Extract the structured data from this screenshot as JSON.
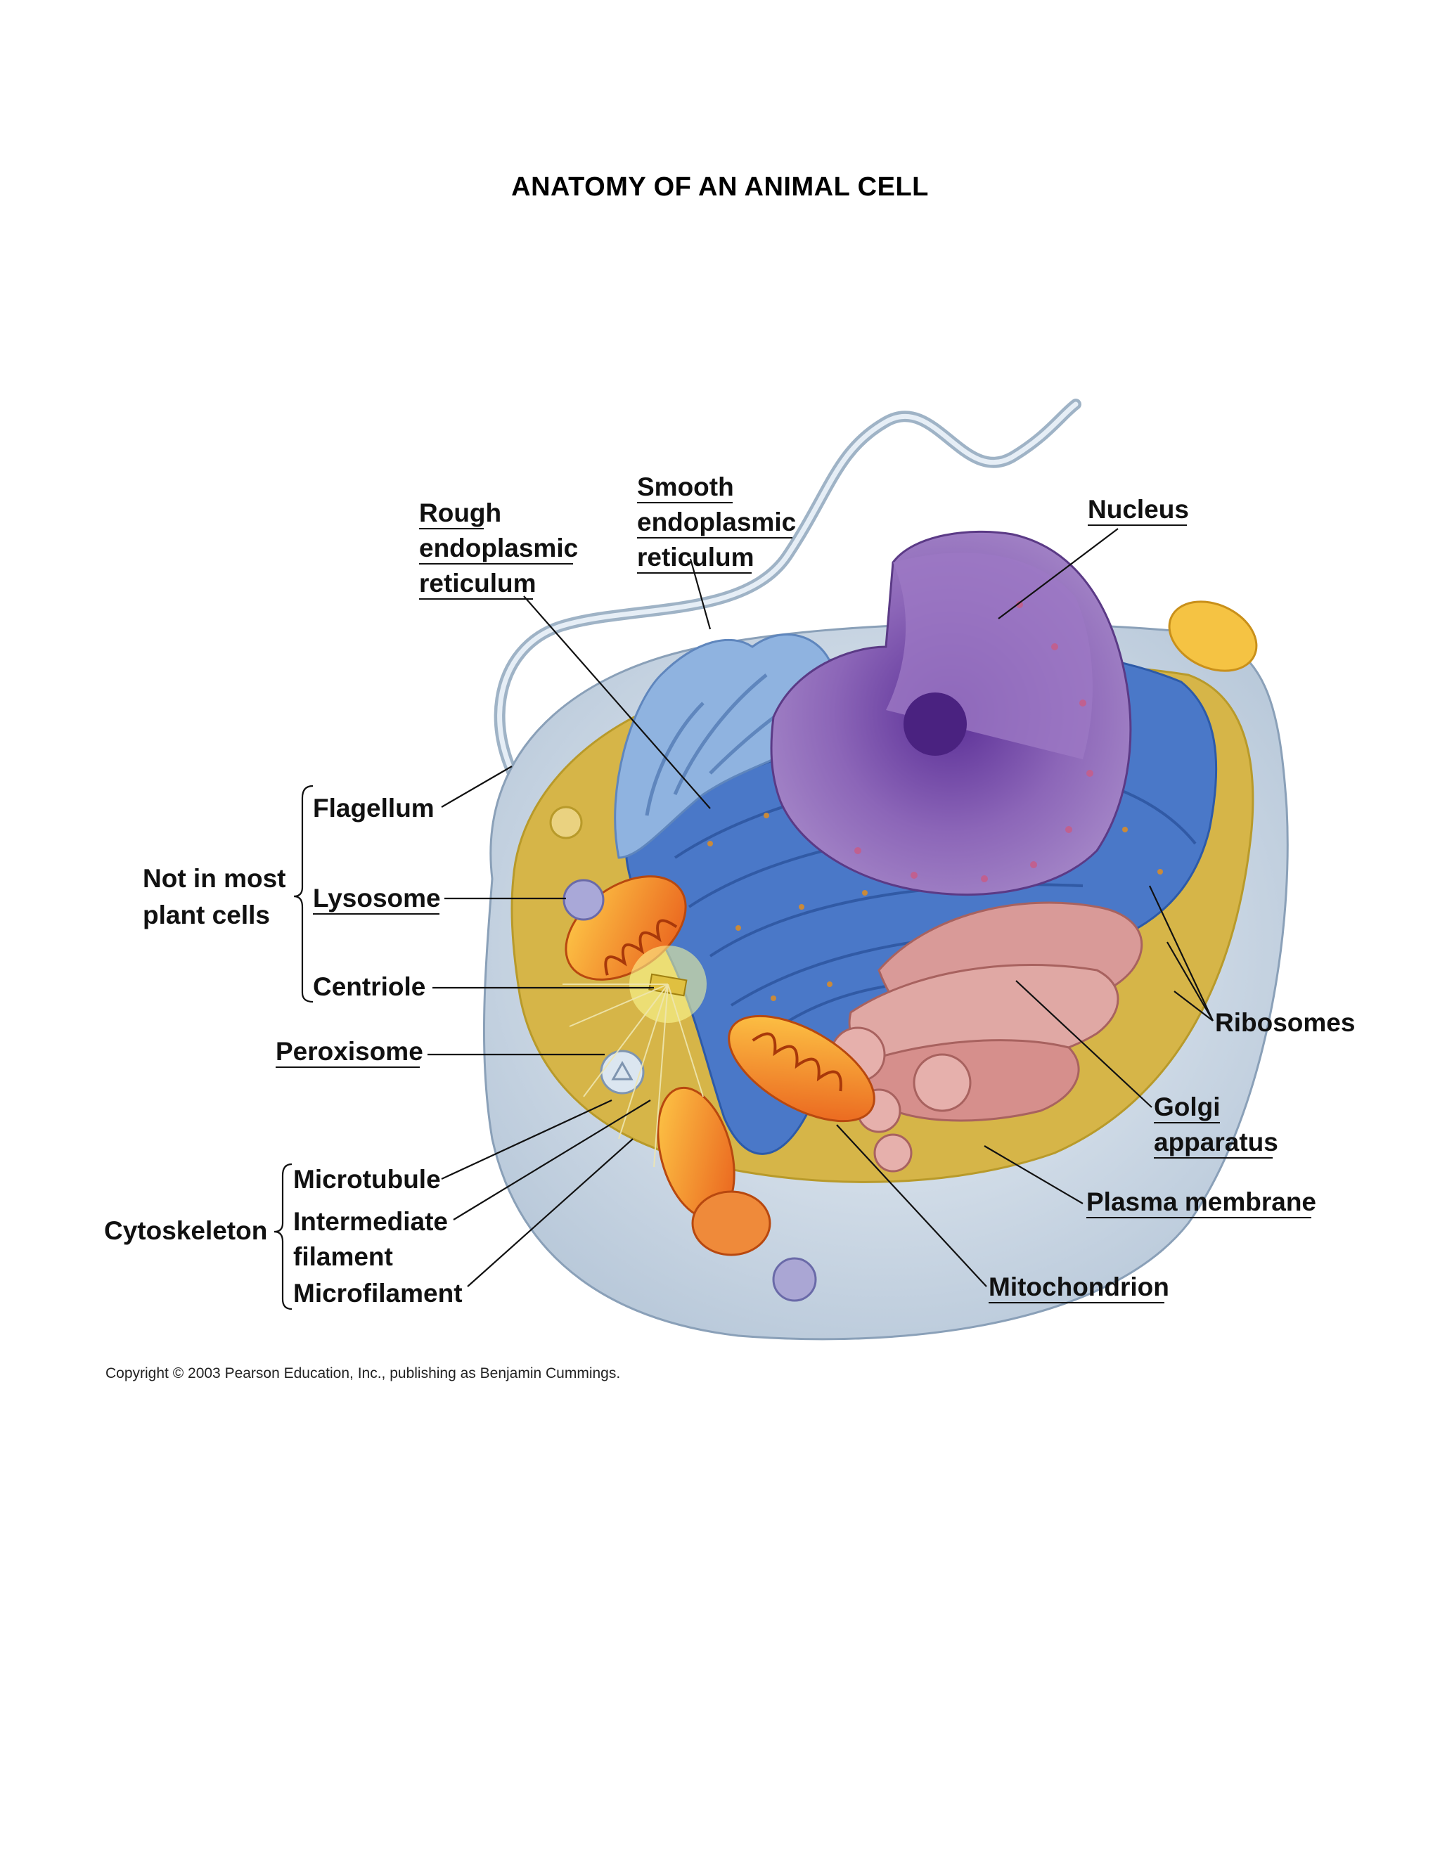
{
  "title": "ANATOMY OF AN ANIMAL CELL",
  "labels": {
    "rough_er": [
      "Rough",
      "endoplasmic",
      "reticulum"
    ],
    "smooth_er": [
      "Smooth",
      "endoplasmic",
      "reticulum"
    ],
    "nucleus": "Nucleus",
    "flagellum": "Flagellum",
    "lysosome": "Lysosome",
    "centriole": "Centriole",
    "not_in_most_plant_cells": [
      "Not in most",
      "plant cells"
    ],
    "peroxisome": "Peroxisome",
    "ribosomes": "Ribosomes",
    "golgi": [
      "Golgi",
      "apparatus"
    ],
    "plasma_membrane": "Plasma membrane",
    "mitochondrion": "Mitochondrion",
    "cytoskeleton": "Cytoskeleton",
    "microtubule": "Microtubule",
    "intermediate_filament": [
      "Intermediate",
      "filament"
    ],
    "microfilament": "Microfilament"
  },
  "copyright": "Copyright © 2003 Pearson Education, Inc., publishing as Benjamin Cummings.",
  "colors": {
    "membrane": "#dce6f0",
    "cytoplasm": "#d9b84a",
    "er": "#4a78c8",
    "smooth_er": "#8fb3e0",
    "nucleus": "#7a52a8",
    "golgi": "#d99a98",
    "mitochondrion": "#f29a2e"
  }
}
